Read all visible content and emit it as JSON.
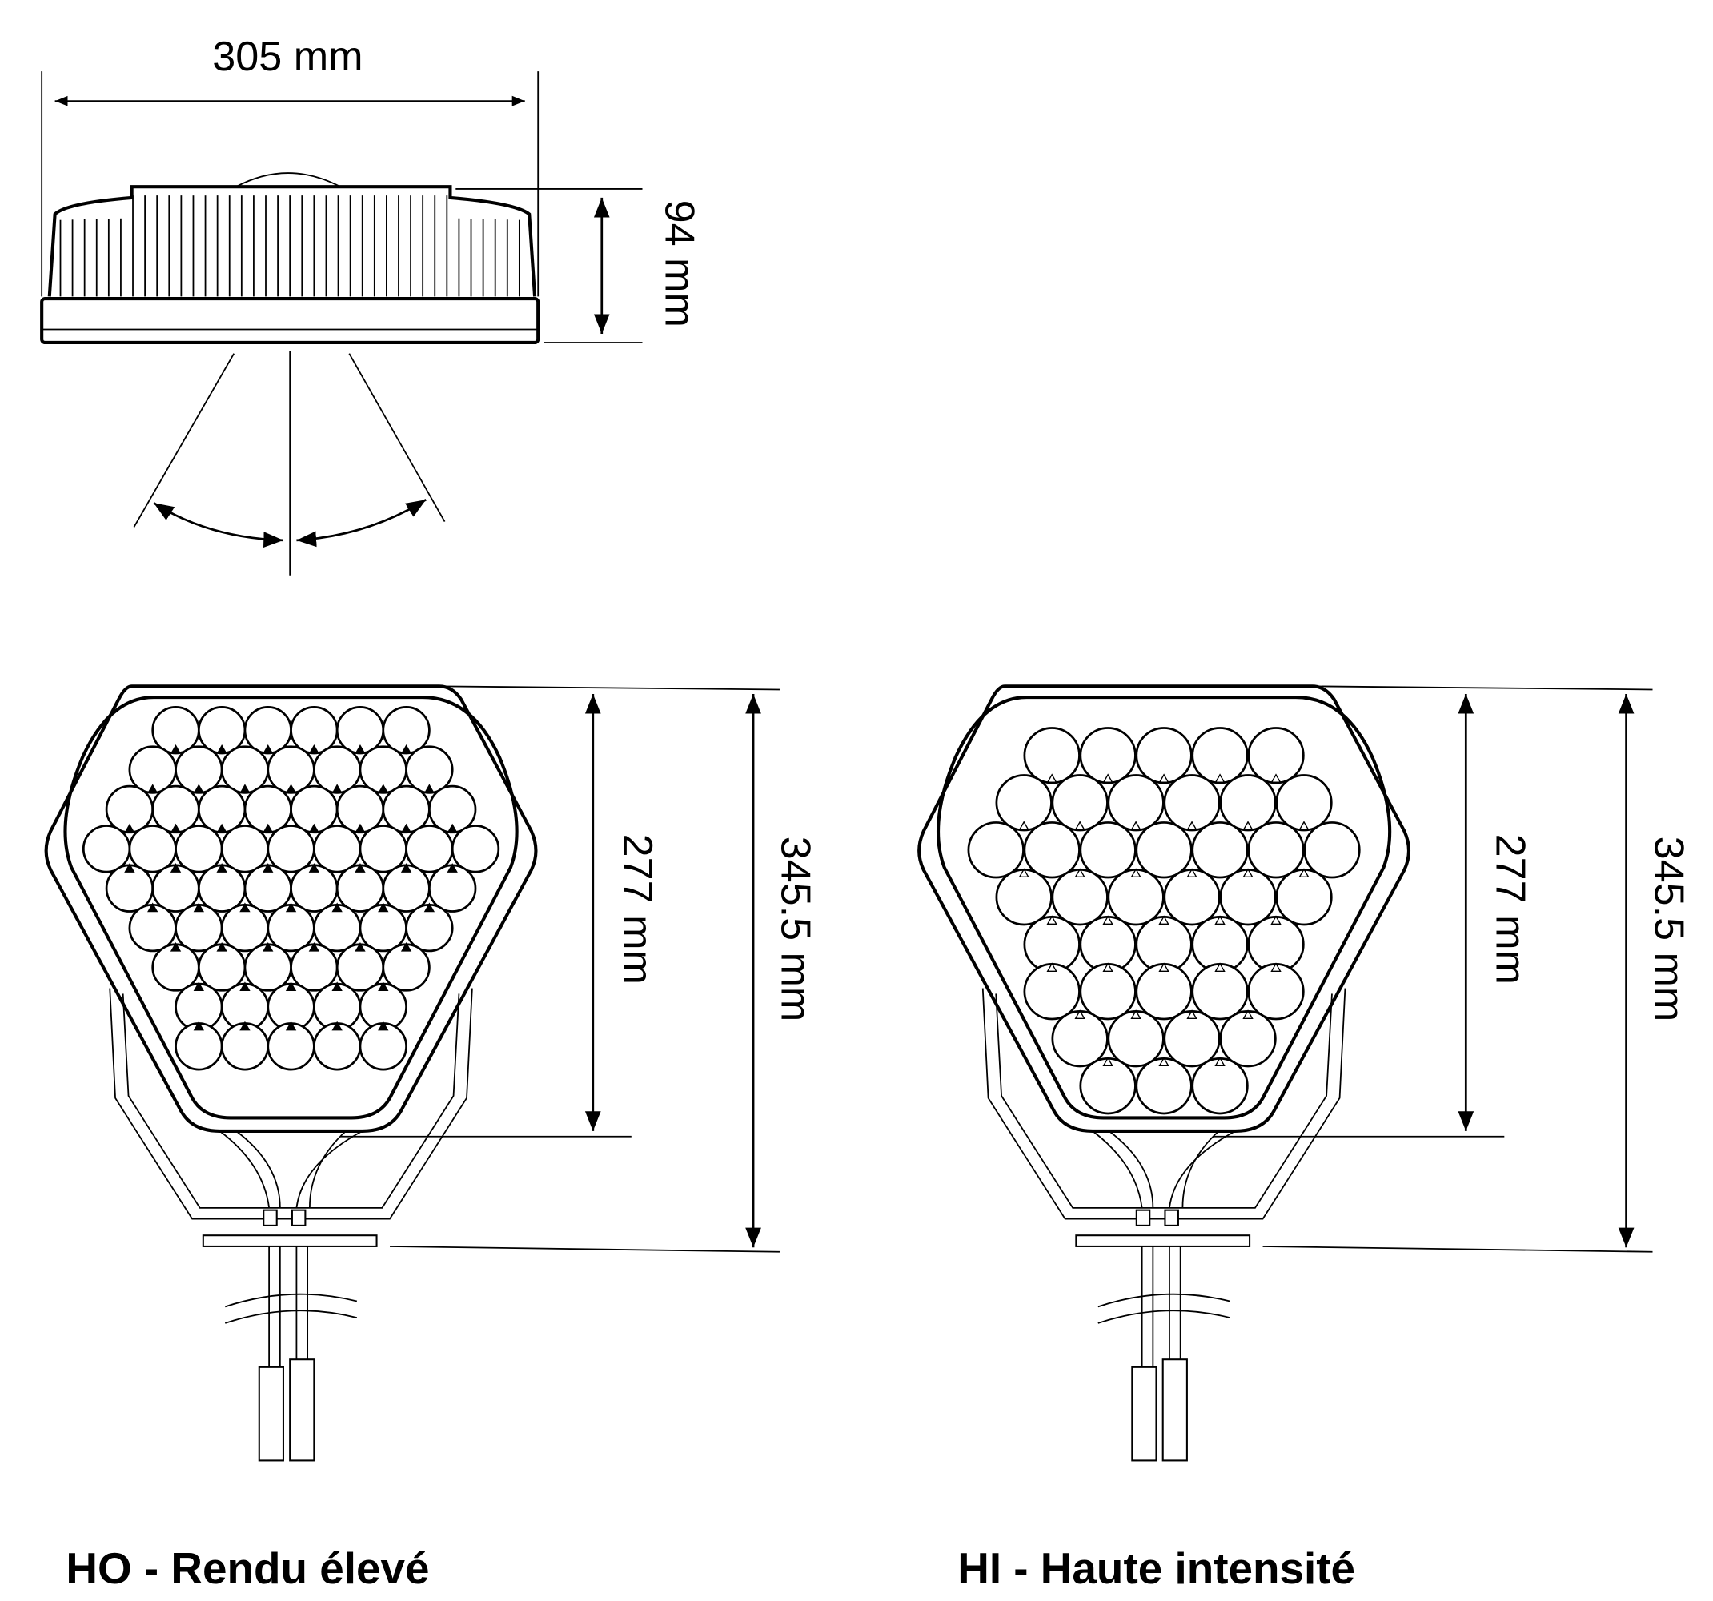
{
  "top_view": {
    "width_label": "305 mm",
    "height_label": "94 mm"
  },
  "front_views": [
    {
      "caption": "HO - Rendu élevé",
      "inner_height_label": "277 mm",
      "total_height_label": "345.5 mm",
      "led_rows": [
        6,
        7,
        8,
        9,
        8,
        7,
        6,
        5,
        5
      ],
      "variant": "HO"
    },
    {
      "caption": "HI - Haute intensité",
      "inner_height_label": "277 mm",
      "total_height_label": "345.5 mm",
      "led_rows": [
        5,
        6,
        7,
        6,
        5,
        5,
        4,
        3
      ],
      "variant": "HI"
    }
  ]
}
